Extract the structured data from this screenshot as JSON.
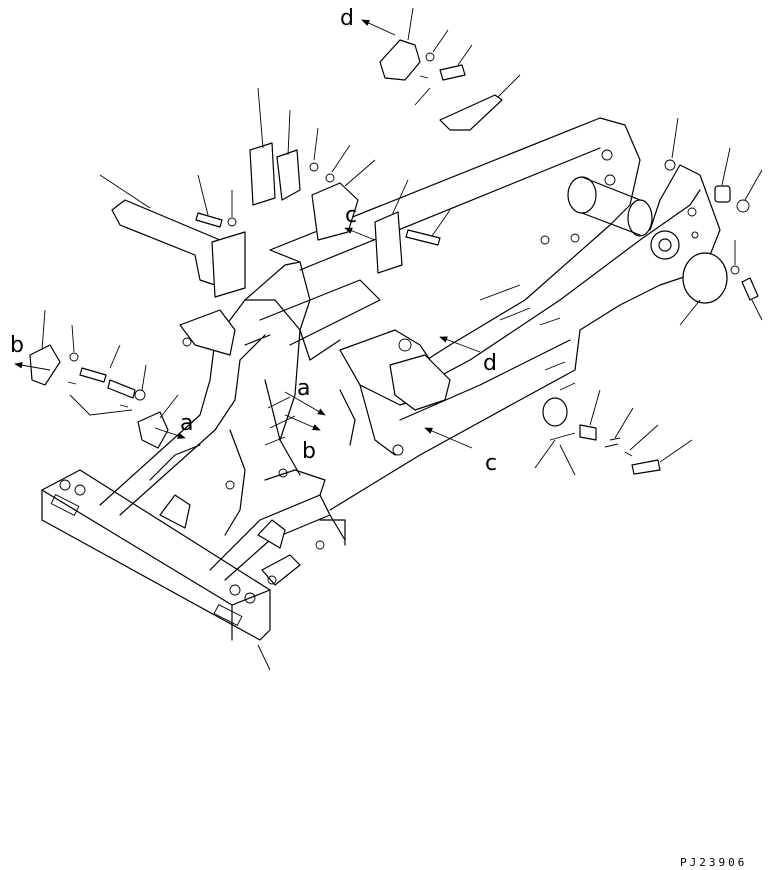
{
  "diagram": {
    "drawing_code": "PJ23906",
    "callouts": [
      {
        "id": "d-top",
        "text": "d"
      },
      {
        "id": "c-upper",
        "text": "c"
      },
      {
        "id": "b-left",
        "text": "b"
      },
      {
        "id": "a-left",
        "text": "a"
      },
      {
        "id": "a-center",
        "text": "a"
      },
      {
        "id": "b-center",
        "text": "b"
      },
      {
        "id": "d-right",
        "text": "d"
      },
      {
        "id": "c-lower",
        "text": "c"
      }
    ]
  }
}
